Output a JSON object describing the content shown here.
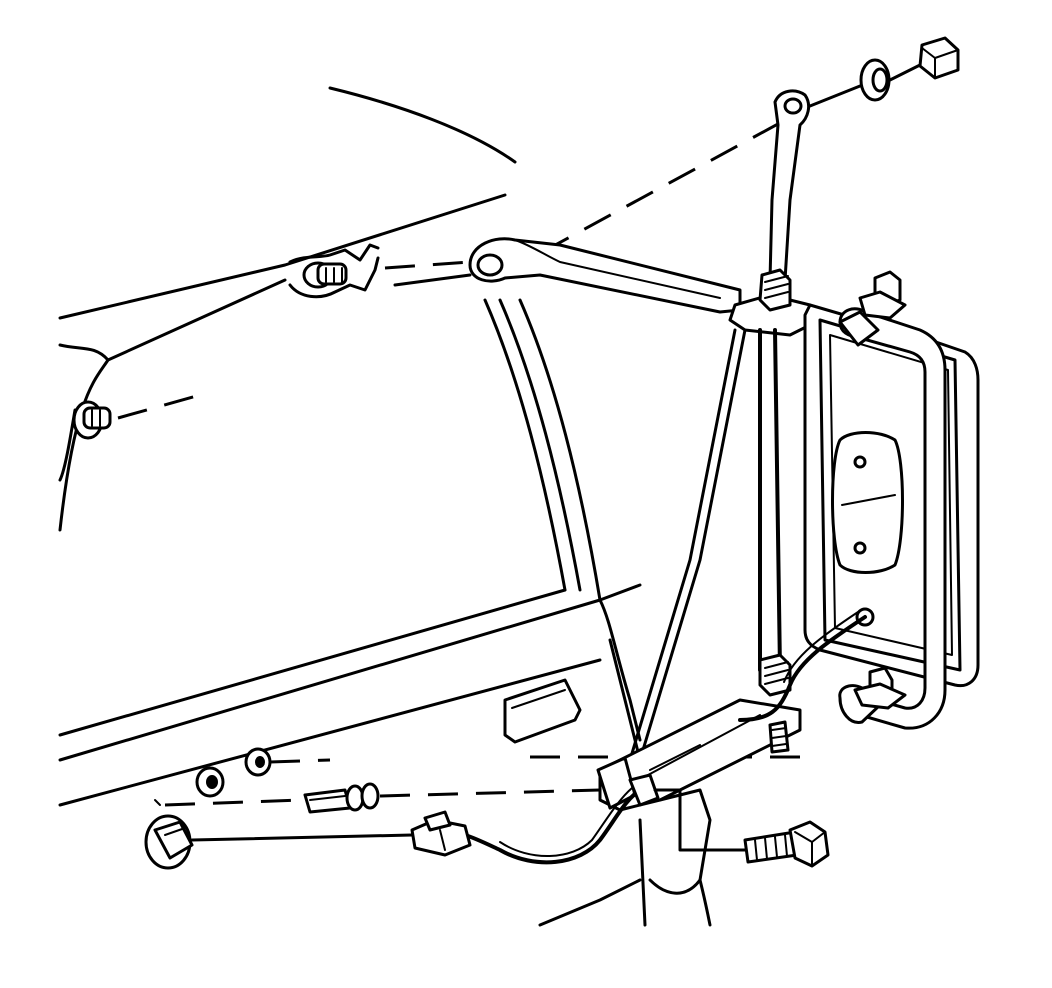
{
  "diagram": {
    "parts": [
      {
        "id": "mirror-head",
        "icon": "mirror-head-icon"
      },
      {
        "id": "upper-support-arm",
        "icon": "support-arm-icon"
      },
      {
        "id": "lower-support-bracket",
        "icon": "bracket-icon"
      },
      {
        "id": "upper-nut",
        "icon": "hex-nut-icon"
      },
      {
        "id": "upper-washer",
        "icon": "washer-icon"
      },
      {
        "id": "mounting-bolt",
        "icon": "bolt-icon"
      },
      {
        "id": "wire-harness-connector",
        "icon": "connector-icon"
      },
      {
        "id": "door-grommet",
        "icon": "grommet-icon"
      },
      {
        "id": "cab-stud",
        "icon": "stud-icon"
      },
      {
        "id": "spacer-nuts",
        "icon": "nut-icon"
      }
    ],
    "colors": {
      "stroke": "#000000",
      "background": "#ffffff"
    }
  }
}
